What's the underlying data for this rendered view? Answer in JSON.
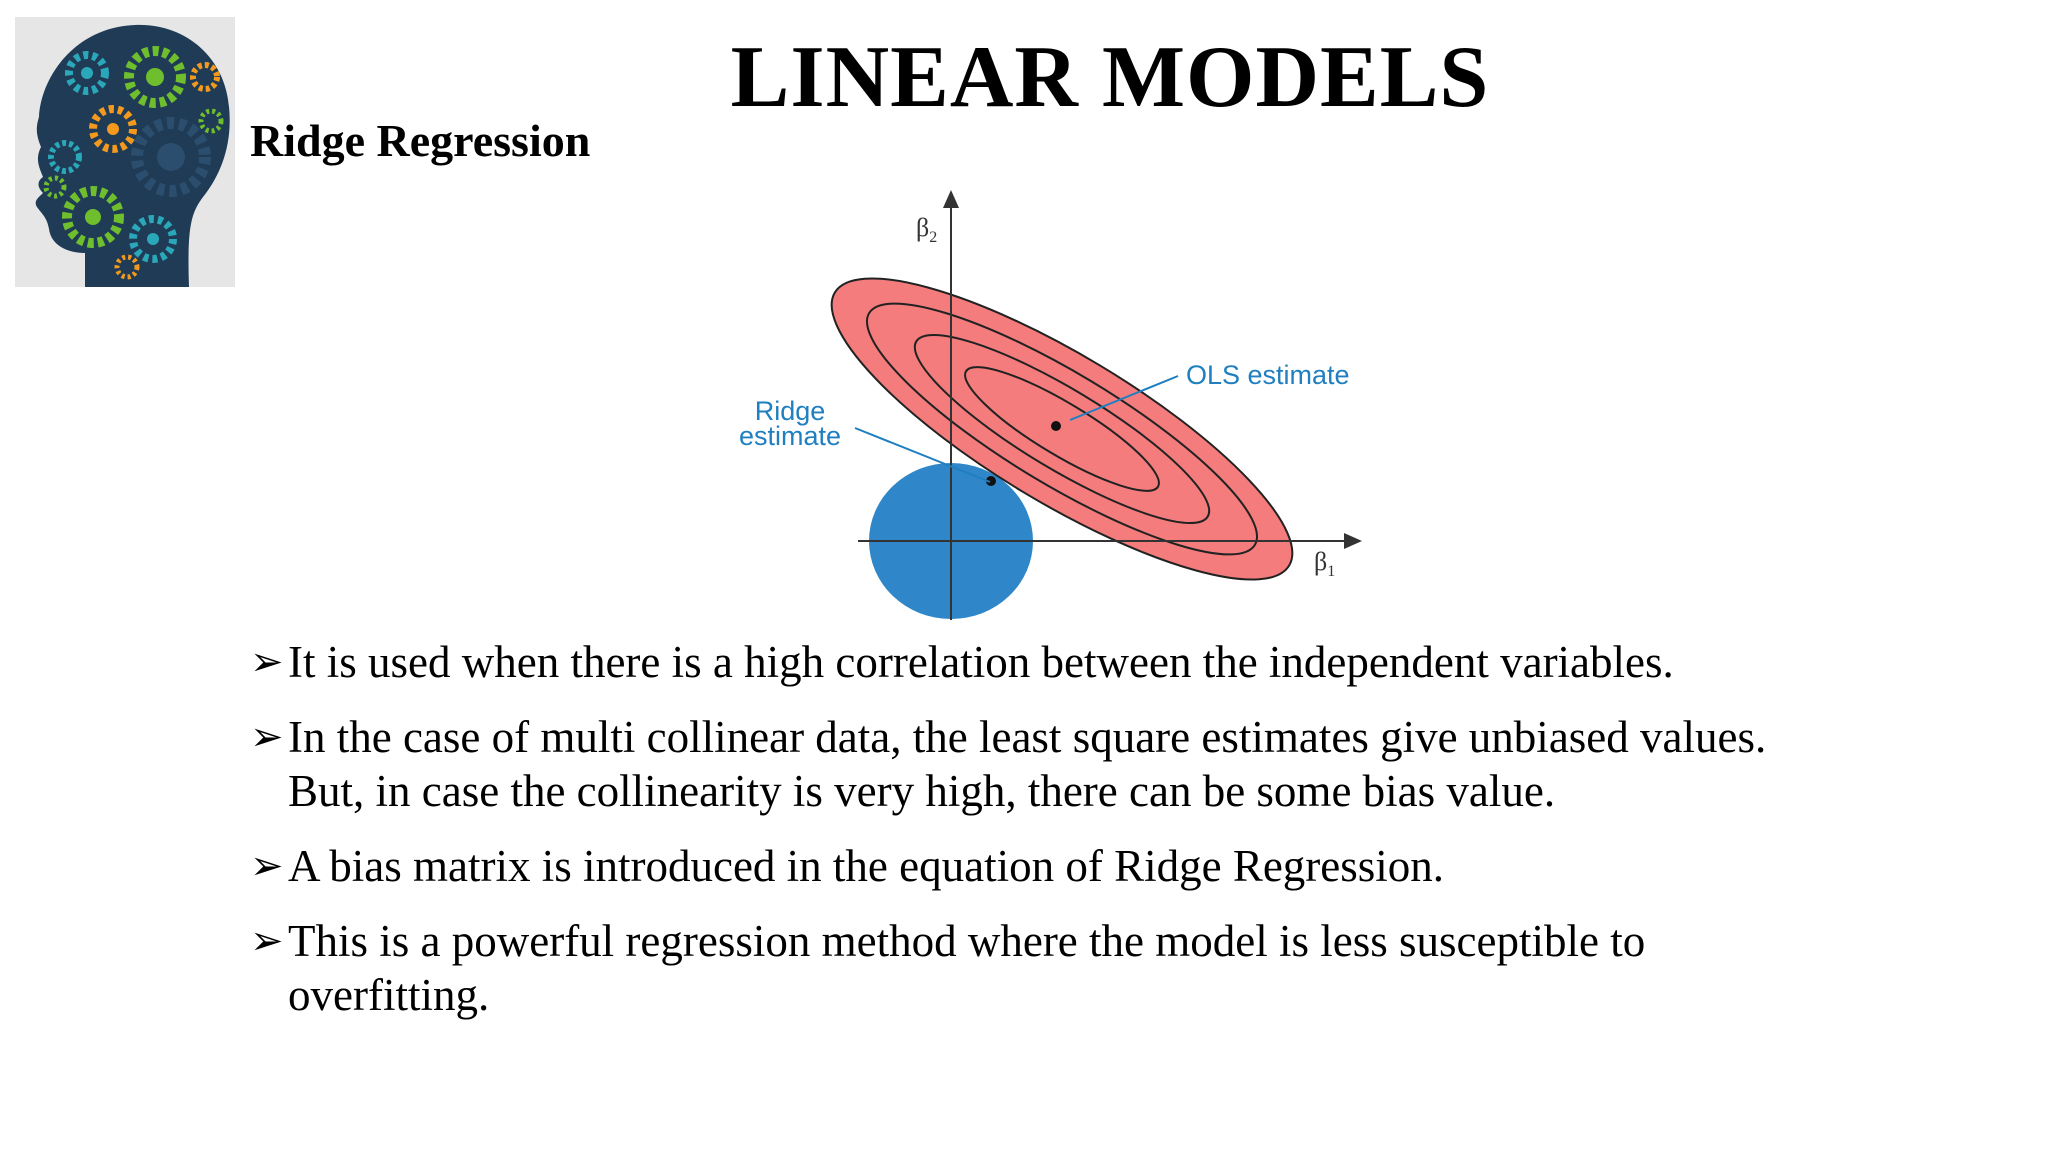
{
  "slide": {
    "title": "LINEAR MODELS",
    "subtitle": "Ridge Regression"
  },
  "logo": {
    "icon": "head-with-gears-icon",
    "colors": {
      "head": "#1f3b55",
      "gear_teal": "#2aa7b8",
      "gear_green": "#6fbe2e",
      "gear_orange": "#f39a1e",
      "background": "#e6e6e6"
    }
  },
  "figure": {
    "axis_x_label": "β",
    "axis_x_sub": "1",
    "axis_y_label": "β",
    "axis_y_sub": "2",
    "ols_label": "OLS estimate",
    "ridge_label_line1": "Ridge",
    "ridge_label_line2": "estimate",
    "colors": {
      "ellipse_fill": "#f47c7c",
      "circle_fill": "#2f86c8",
      "label": "#1f7fc0"
    }
  },
  "bullets": [
    {
      "lines": [
        "It is used when there is a high correlation between the independent variables."
      ]
    },
    {
      "lines": [
        "In the case of multi collinear data, the least square estimates give unbiased values.",
        "But, in case the collinearity is very high, there can be some bias value."
      ]
    },
    {
      "lines": [
        "A bias matrix is introduced in the equation of Ridge Regression."
      ]
    },
    {
      "lines": [
        "This is a powerful regression method where the model is less susceptible to",
        "overfitting."
      ]
    }
  ]
}
